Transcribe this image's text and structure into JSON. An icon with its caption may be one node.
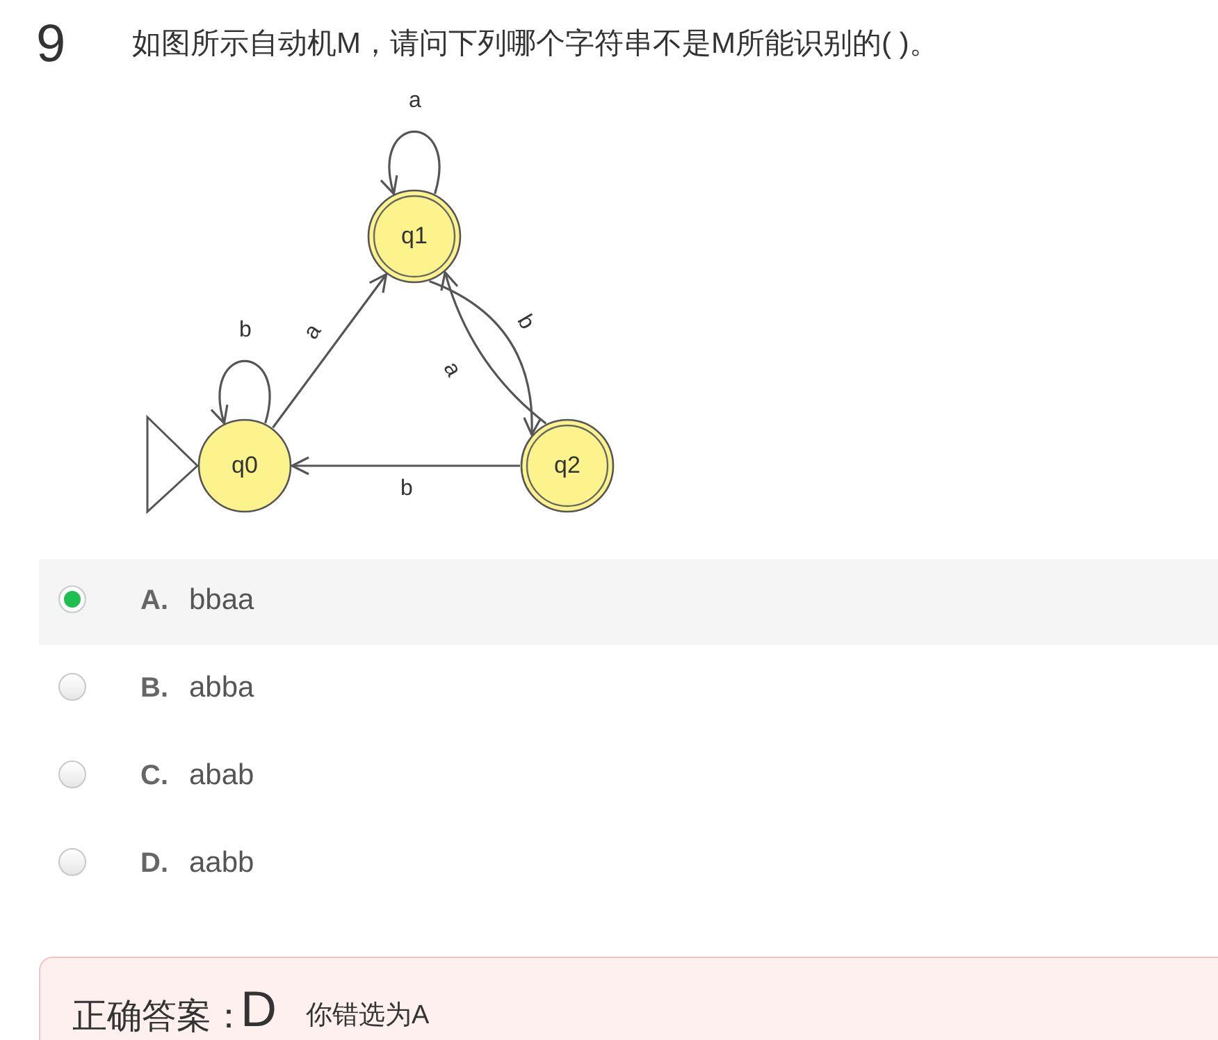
{
  "diagram": {
    "nodes": [
      {
        "text": [
          "q0"
        ]
      },
      {
        "text": [
          "q1"
        ]
      },
      {
        "text": [
          "q2"
        ]
      }
    ],
    "edges": [
      {
        "from": null,
        "to": 0,
        "arrow": "to"
      },
      {
        "from": 1,
        "to": 1,
        "arrow": "to",
        "label": "a"
      },
      {
        "from": 0,
        "to": 0,
        "arrow": "to",
        "label": "b"
      },
      {
        "from": 0,
        "to": 1,
        "arrow": "to",
        "label": "a"
      },
      {
        "from": 1,
        "to": 2,
        "arrow": "to",
        "label": "b"
      },
      {
        "from": 2,
        "to": 1,
        "arrow": "to",
        "label": "a"
      },
      {
        "from": 2,
        "to": 0,
        "arrow": "to",
        "label": "b"
      }
    ],
    "labels": [
      "9",
      "如图所示自动机M，请问下列哪个字符串不是M所能识别的( )。",
      "A.",
      "bbaa",
      "B.",
      "abba",
      "C.",
      "abab",
      "D.",
      "aabb",
      "正确答案：",
      "D",
      "你错选为A"
    ]
  }
}
